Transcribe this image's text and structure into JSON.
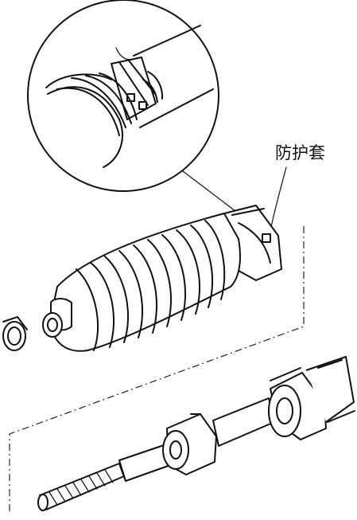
{
  "figure": {
    "callout_label": "防护套",
    "parts": [
      "detail-magnifier",
      "dust-boot",
      "hose-clamp",
      "tie-rod",
      "steering-rack-housing"
    ]
  }
}
